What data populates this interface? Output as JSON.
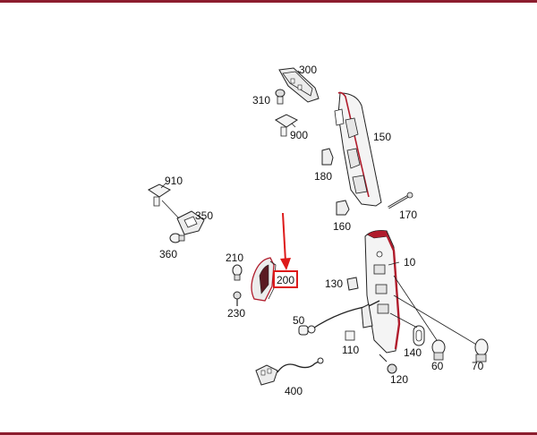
{
  "colors": {
    "frame": "#8c1d2e",
    "highlight": "#dd1a1a",
    "part_red": "#b01c2c",
    "line": "#222222"
  },
  "highlight": {
    "part_number": "200"
  },
  "labels": {
    "p10": "10",
    "p50": "50",
    "p60": "60",
    "p70": "70",
    "p110": "110",
    "p120": "120",
    "p130": "130",
    "p140": "140",
    "p150": "150",
    "p160": "160",
    "p170": "170",
    "p180": "180",
    "p210": "210",
    "p230": "230",
    "p300": "300",
    "p310": "310",
    "p350": "350",
    "p360": "360",
    "p400": "400",
    "p900": "900",
    "p910": "910"
  }
}
